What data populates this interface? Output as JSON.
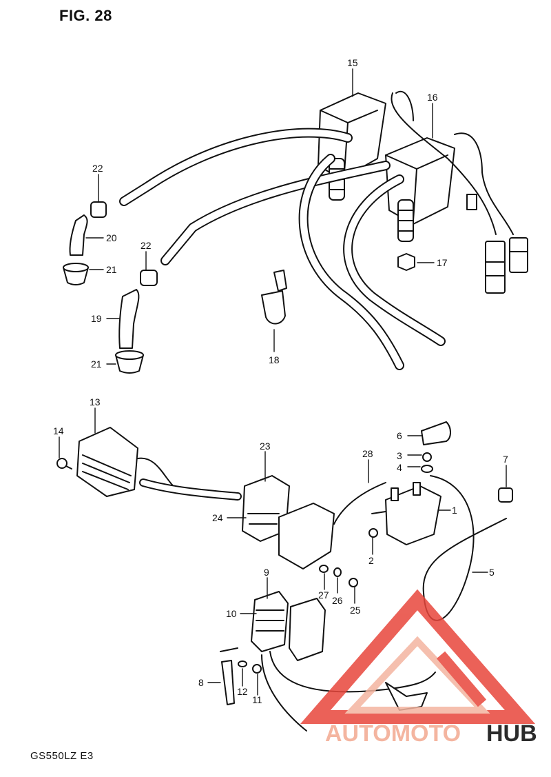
{
  "figure": {
    "title": "FIG. 28",
    "model": "GS550LZ E3"
  },
  "watermark": {
    "text_part1": "AUTOMOTO",
    "text_part2": "HUB",
    "color_primary": "#e8463c",
    "color_secondary": "#f4b5a0",
    "color_dark": "#2b2b2b"
  },
  "callouts": {
    "c1": "1",
    "c2": "2",
    "c3": "3",
    "c4": "4",
    "c5": "5",
    "c6": "6",
    "c7": "7",
    "c8": "8",
    "c9": "9",
    "c10": "10",
    "c11": "11",
    "c12": "12",
    "c13": "13",
    "c14": "14",
    "c15": "15",
    "c16": "16",
    "c17": "17",
    "c18": "18",
    "c19": "19",
    "c20": "20",
    "c21a": "21",
    "c21b": "21",
    "c22a": "22",
    "c22b": "22",
    "c23": "23",
    "c24": "24",
    "c25": "25",
    "c26": "26",
    "c27": "27",
    "c28": "28"
  }
}
